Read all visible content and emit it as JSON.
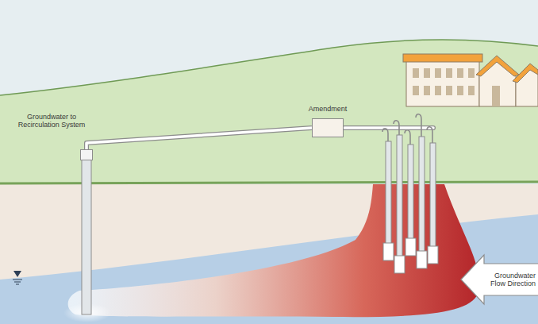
{
  "diagram": {
    "nodes": [
      {
        "text": [
          "Groundwater to Recirculation System"
        ]
      },
      {
        "text": [
          "Amendment"
        ]
      },
      {
        "text": [
          "Groundwater Flow Direction"
        ]
      }
    ],
    "edges": [
      {
        "from": 0,
        "to": 1,
        "arrow": "none"
      }
    ]
  }
}
